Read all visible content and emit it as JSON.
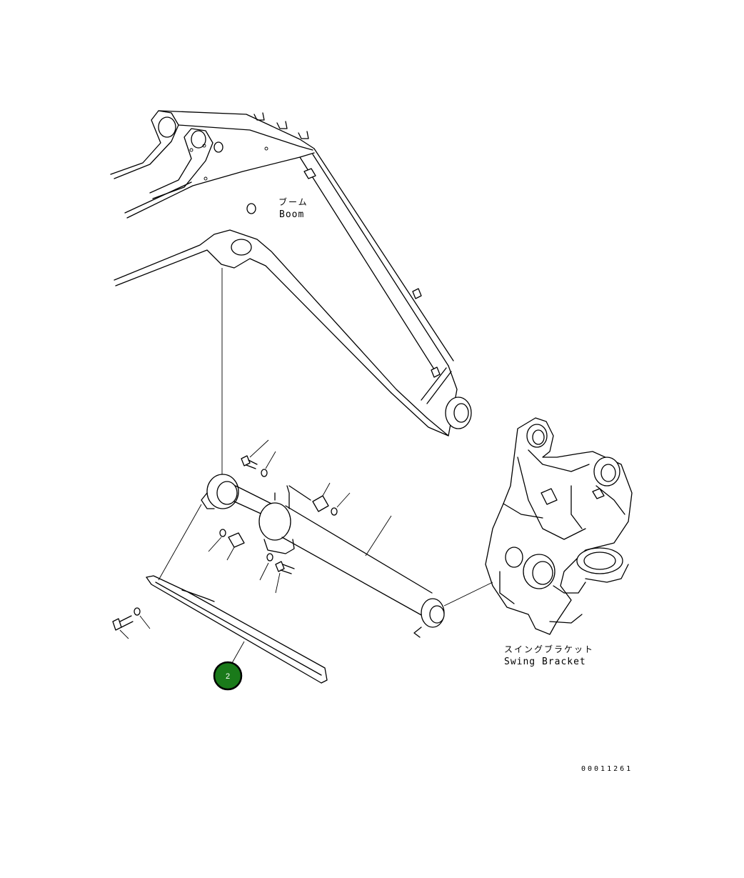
{
  "labels": {
    "boom_jp": "ブーム",
    "boom_en": "Boom",
    "swing_jp": "スイングブラケット",
    "swing_en": "Swing Bracket",
    "drawing_code": "00011261"
  },
  "callouts": [
    {
      "number": "2",
      "color": "#1a7a1a",
      "border": "#000000",
      "text_color": "#ffffff"
    }
  ]
}
